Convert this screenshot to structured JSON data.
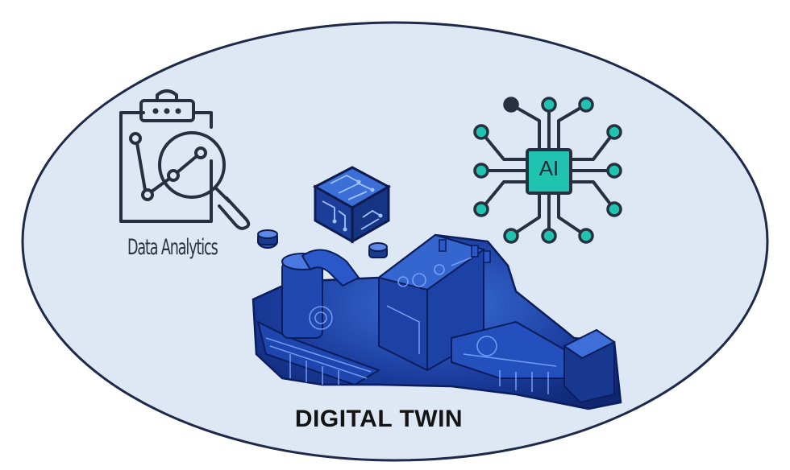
{
  "labels": {
    "data_analytics": "Data Analytics",
    "ai": "AI",
    "digital_twin": "DIGITAL TWIN"
  },
  "colors": {
    "ellipse_fill": "#dde8f4",
    "ellipse_stroke": "#1f2a4a",
    "teal": "#1fc3b0",
    "dark": "#263040",
    "machine": "#1a3a8c"
  },
  "icons": {
    "analytics": "clipboard-magnifier-chart-icon",
    "ai": "ai-chip-circuit-icon",
    "cube": "circuit-cube-icon",
    "machine": "digital-twin-machine-icon"
  }
}
